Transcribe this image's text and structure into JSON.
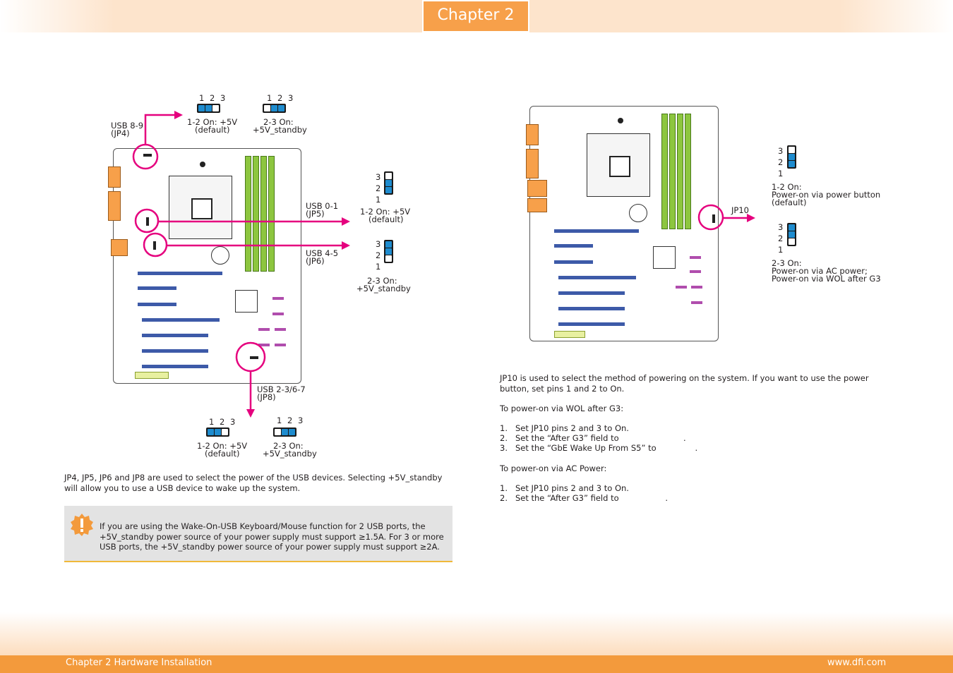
{
  "header": {
    "chapter": "Chapter 2"
  },
  "footer": {
    "left": "Chapter 2 Hardware Installation",
    "right": "www.dfi.com"
  },
  "pins": {
    "one": "1",
    "two": "2",
    "three": "3"
  },
  "left_diagram": {
    "usb89_name": "USB 8-9",
    "usb89_jp": "(JP4)",
    "usb01_name": "USB 0-1",
    "usb01_jp": "(JP5)",
    "usb45_name": "USB 4-5",
    "usb45_jp": "(JP6)",
    "usb2367_name": "USB 2-3/6-7",
    "usb2367_jp": "(JP8)",
    "opt12": "1-2 On: +5V",
    "opt12_default": "(default)",
    "opt23": "2-3 On:",
    "opt23_value": "+5V_standby"
  },
  "left_text": {
    "paragraph": "JP4, JP5, JP6 and JP8 are used to select the power of the USB devices. Selecting +5V_standby will allow you to use a USB device to wake up the system.",
    "note": "If you are using the Wake-On-USB Keyboard/Mouse function for 2 USB ports, the +5V_standby power source of your power supply must support ≥1.5A. For 3 or more USB ports, the +5V_standby power source of your power supply must support ≥2A."
  },
  "right_diagram": {
    "jp10": "JP10",
    "opt12": "1-2 On:",
    "opt12_l2": "Power-on via power button",
    "opt12_l3": "(default)",
    "opt23": "2-3 On:",
    "opt23_l2": "Power-on via AC power;",
    "opt23_l3": "Power-on via WOL after G3"
  },
  "right_text": {
    "intro": "JP10 is used to select the method of powering on the system. If you want to use the power button, set pins 1 and 2 to On.",
    "wol_heading": "To power-on via WOL after G3:",
    "wol_steps": [
      "1.   Set JP10 pins 2 and 3 to On.",
      "2.   Set the “After G3” field to                         .",
      "3.   Set the “GbE Wake Up From S5” to               ."
    ],
    "ac_heading": "To power-on via AC Power:",
    "ac_steps": [
      "1.   Set JP10 pins 2 and 3 to On.",
      "2.   Set the “After G3” field to                  ."
    ]
  },
  "colors": {
    "accent": "#f7a04a",
    "pin_on": "#1e8ccf",
    "arrow": "#e5007e",
    "dimm": "#8dc63f",
    "slot": "#3d5aa8"
  }
}
